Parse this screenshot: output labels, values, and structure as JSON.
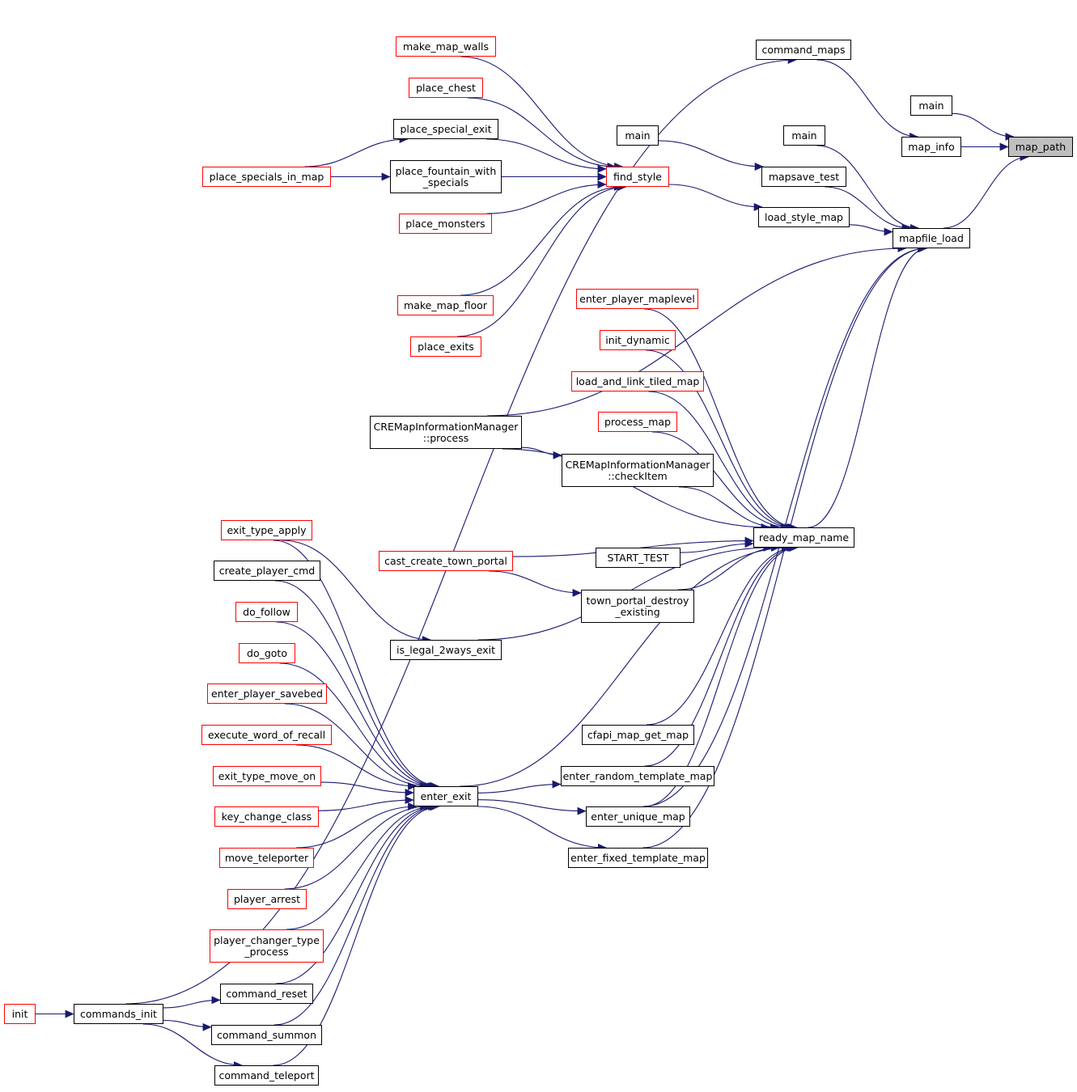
{
  "colors": {
    "edge": "#191970",
    "node_border": "#000000",
    "node_border_unsized": "#ff0000",
    "focus_fill": "#bfbfbf"
  },
  "nodes": {
    "map_path": {
      "label": "map_path",
      "focus": true
    },
    "main_a": {
      "label": "main"
    },
    "main_b": {
      "label": "main"
    },
    "main_c": {
      "label": "main"
    },
    "command_maps": {
      "label": "command_maps"
    },
    "map_info": {
      "label": "map_info"
    },
    "mapfile_load": {
      "label": "mapfile_load"
    },
    "mapsave_test": {
      "label": "mapsave_test"
    },
    "load_style_map": {
      "label": "load_style_map"
    },
    "find_style": {
      "label": "find_style",
      "red": true
    },
    "make_map_walls": {
      "label": "make_map_walls",
      "red": true
    },
    "place_chest": {
      "label": "place_chest",
      "red": true
    },
    "place_special_exit": {
      "label": "place_special_exit"
    },
    "place_fountain_with_specials": {
      "label": "place_fountain_with\n_specials"
    },
    "place_specials_in_map": {
      "label": "place_specials_in_map",
      "red": true
    },
    "place_monsters": {
      "label": "place_monsters",
      "red": true
    },
    "make_map_floor": {
      "label": "make_map_floor",
      "red": true
    },
    "place_exits": {
      "label": "place_exits",
      "red": true
    },
    "cremap_process": {
      "label": "CREMapInformationManager\n::process"
    },
    "cremap_checkitem": {
      "label": "CREMapInformationManager\n::checkItem"
    },
    "enter_player_maplevel": {
      "label": "enter_player_maplevel",
      "red": true
    },
    "init_dynamic": {
      "label": "init_dynamic",
      "red": true
    },
    "load_and_link_tiled_map": {
      "label": "load_and_link_tiled_map",
      "red": true
    },
    "process_map": {
      "label": "process_map",
      "red": true
    },
    "ready_map_name": {
      "label": "ready_map_name"
    },
    "start_test": {
      "label": "START_TEST"
    },
    "cast_create_town_portal": {
      "label": "cast_create_town_portal",
      "red": true
    },
    "town_portal_destroy_existing": {
      "label": "town_portal_destroy\n_existing"
    },
    "is_legal_2ways_exit": {
      "label": "is_legal_2ways_exit"
    },
    "exit_type_apply": {
      "label": "exit_type_apply",
      "red": true
    },
    "create_player_cmd": {
      "label": "create_player_cmd"
    },
    "do_follow": {
      "label": "do_follow",
      "red": true
    },
    "do_goto": {
      "label": "do_goto",
      "red": true
    },
    "enter_player_savebed": {
      "label": "enter_player_savebed",
      "red": true
    },
    "execute_word_of_recall": {
      "label": "execute_word_of_recall",
      "red": true
    },
    "exit_type_move_on": {
      "label": "exit_type_move_on",
      "red": true
    },
    "key_change_class": {
      "label": "key_change_class",
      "red": true
    },
    "move_teleporter": {
      "label": "move_teleporter",
      "red": true
    },
    "player_arrest": {
      "label": "player_arrest",
      "red": true
    },
    "player_changer_type_process": {
      "label": "player_changer_type\n_process",
      "red": true
    },
    "command_reset": {
      "label": "command_reset"
    },
    "command_summon": {
      "label": "command_summon"
    },
    "command_teleport": {
      "label": "command_teleport"
    },
    "commands_init": {
      "label": "commands_init"
    },
    "init": {
      "label": "init",
      "red": true
    },
    "enter_exit": {
      "label": "enter_exit"
    },
    "cfapi_map_get_map": {
      "label": "cfapi_map_get_map"
    },
    "enter_random_template_map": {
      "label": "enter_random_template_map"
    },
    "enter_unique_map": {
      "label": "enter_unique_map"
    },
    "enter_fixed_template_map": {
      "label": "enter_fixed_template_map"
    }
  },
  "edges": [
    [
      "main_a",
      "map_path"
    ],
    [
      "map_info",
      "map_path"
    ],
    [
      "mapfile_load",
      "map_path"
    ],
    [
      "command_maps",
      "map_info"
    ],
    [
      "commands_init",
      "command_maps"
    ],
    [
      "main_b",
      "mapfile_load"
    ],
    [
      "mapsave_test",
      "mapfile_load"
    ],
    [
      "load_style_map",
      "mapfile_load"
    ],
    [
      "cremap_process",
      "mapfile_load"
    ],
    [
      "ready_map_name",
      "mapfile_load"
    ],
    [
      "enter_unique_map",
      "mapfile_load"
    ],
    [
      "enter_fixed_template_map",
      "mapfile_load"
    ],
    [
      "main_c",
      "mapsave_test"
    ],
    [
      "find_style",
      "load_style_map"
    ],
    [
      "make_map_walls",
      "find_style"
    ],
    [
      "place_chest",
      "find_style"
    ],
    [
      "place_special_exit",
      "find_style"
    ],
    [
      "place_fountain_with_specials",
      "find_style"
    ],
    [
      "place_specials_in_map",
      "find_style"
    ],
    [
      "place_monsters",
      "find_style"
    ],
    [
      "make_map_floor",
      "find_style"
    ],
    [
      "place_exits",
      "find_style"
    ],
    [
      "place_specials_in_map",
      "place_special_exit"
    ],
    [
      "place_specials_in_map",
      "place_fountain_with_specials"
    ],
    [
      "cremap_process",
      "cremap_checkitem"
    ],
    [
      "cremap_process",
      "ready_map_name"
    ],
    [
      "enter_player_maplevel",
      "ready_map_name"
    ],
    [
      "init_dynamic",
      "ready_map_name"
    ],
    [
      "load_and_link_tiled_map",
      "ready_map_name"
    ],
    [
      "process_map",
      "ready_map_name"
    ],
    [
      "cremap_checkitem",
      "ready_map_name"
    ],
    [
      "start_test",
      "ready_map_name"
    ],
    [
      "cast_create_town_portal",
      "ready_map_name"
    ],
    [
      "town_portal_destroy_existing",
      "ready_map_name"
    ],
    [
      "is_legal_2ways_exit",
      "ready_map_name"
    ],
    [
      "cfapi_map_get_map",
      "ready_map_name"
    ],
    [
      "enter_random_template_map",
      "ready_map_name"
    ],
    [
      "enter_unique_map",
      "ready_map_name"
    ],
    [
      "enter_exit",
      "ready_map_name"
    ],
    [
      "cast_create_town_portal",
      "town_portal_destroy_existing"
    ],
    [
      "exit_type_apply",
      "is_legal_2ways_exit"
    ],
    [
      "exit_type_apply",
      "enter_exit"
    ],
    [
      "create_player_cmd",
      "enter_exit"
    ],
    [
      "do_follow",
      "enter_exit"
    ],
    [
      "do_goto",
      "enter_exit"
    ],
    [
      "enter_player_savebed",
      "enter_exit"
    ],
    [
      "execute_word_of_recall",
      "enter_exit"
    ],
    [
      "exit_type_move_on",
      "enter_exit"
    ],
    [
      "key_change_class",
      "enter_exit"
    ],
    [
      "move_teleporter",
      "enter_exit"
    ],
    [
      "player_arrest",
      "enter_exit"
    ],
    [
      "player_changer_type_process",
      "enter_exit"
    ],
    [
      "command_reset",
      "enter_exit"
    ],
    [
      "command_summon",
      "enter_exit"
    ],
    [
      "command_teleport",
      "enter_exit"
    ],
    [
      "enter_exit",
      "enter_random_template_map"
    ],
    [
      "enter_exit",
      "enter_unique_map"
    ],
    [
      "enter_exit",
      "enter_fixed_template_map"
    ],
    [
      "init",
      "commands_init"
    ],
    [
      "commands_init",
      "command_reset"
    ],
    [
      "commands_init",
      "command_summon"
    ],
    [
      "commands_init",
      "command_teleport"
    ]
  ]
}
